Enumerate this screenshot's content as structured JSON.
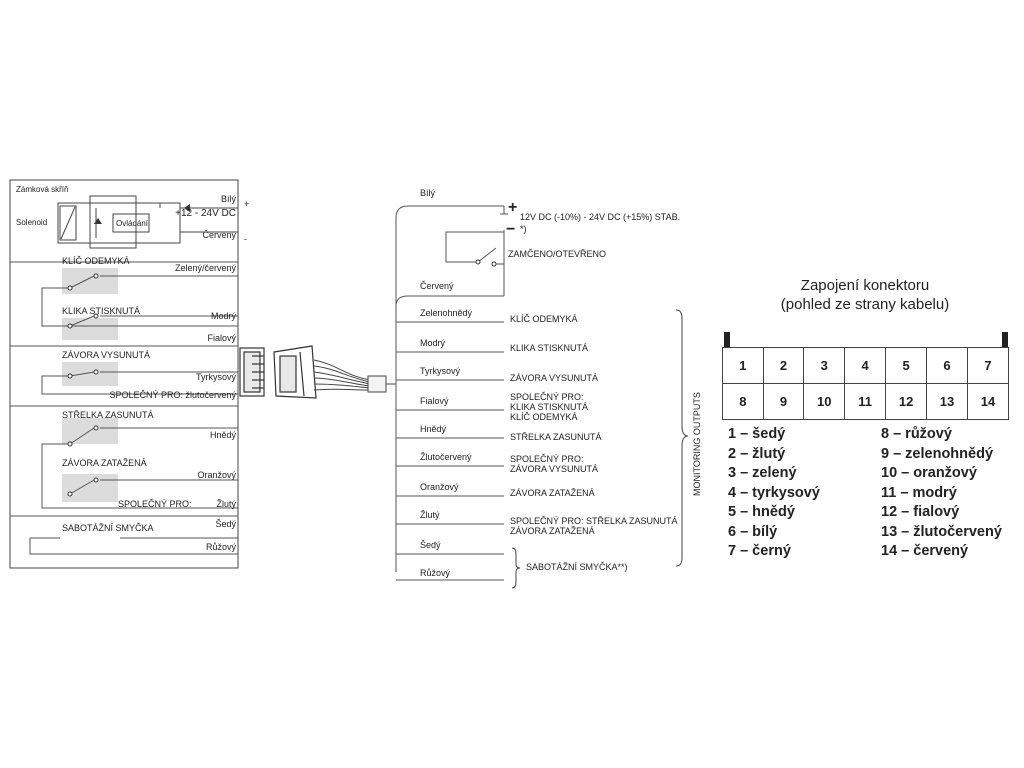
{
  "left_panel": {
    "title": "Zámková skříň",
    "solenoid": "Solenoid",
    "ovladani": "Ovládání",
    "plus": "+",
    "minus": "-",
    "wires": {
      "bily": "Bílý",
      "voltage": "+12 - 24V DC",
      "cerveny": "Červený",
      "zelena_cervena": "Zelený/červený",
      "modry": "Modrý",
      "fialovy": "Fialový",
      "tyrkysovy": "Tyrkysový",
      "spolecny_zlutocerveny": "SPOLEČNÝ PRO: žlutočervený",
      "hnedy": "Hnědý",
      "oranzovy": "Oranžový",
      "spolecny_pro": "SPOLEČNÝ PRO:",
      "zluty": "Žlutý",
      "sedy": "Šedý",
      "ruzovy": "Růžový"
    },
    "sections": {
      "klic": "KLÍČ ODEMYKÁ",
      "klika": "KLIKA STISKNUTÁ",
      "zavora_vys": "ZÁVORA VYSUNUTÁ",
      "strelka": "STŘELKA ZASUNUTÁ",
      "zavora_zat": "ZÁVORA ZATAŽENÁ",
      "sabotazni": "SABOTÁŽNÍ SMYČKA"
    }
  },
  "right_panel": {
    "bily": "Bílý",
    "plus": "+",
    "minus": "−",
    "supply": "12V DC (-10%) - 24V DC (+15%) STAB.",
    "supply_note": "*)",
    "zamceno": "ZAMČENO/OTEVŘENO",
    "cerveny": "Červený",
    "monitoring": "MONITORING OUTPUTS",
    "sabotazni": "SABOTÁŽNÍ SMYČKA**)",
    "wires": [
      {
        "color": "Zelenohnědý",
        "desc": [
          "KLÍČ ODEMYKÁ"
        ]
      },
      {
        "color": "Modrý",
        "desc": [
          "KLIKA STISKNUTÁ"
        ]
      },
      {
        "color": "Tyrkysový",
        "desc": [
          "ZÁVORA VYSUNUTÁ"
        ]
      },
      {
        "color": "Fialový",
        "desc": [
          "SPOLEČNÝ PRO:",
          "KLIKA STISKNUTÁ",
          "KLÍČ ODEMYKÁ"
        ]
      },
      {
        "color": "Hnědý",
        "desc": [
          "STŘELKA ZASUNUTÁ"
        ]
      },
      {
        "color": "Žlutočervený",
        "desc": [
          "SPOLEČNÝ PRO:",
          "ZÁVORA VYSUNUTÁ"
        ]
      },
      {
        "color": "Oranžový",
        "desc": [
          "ZÁVORA ZATAŽENÁ"
        ]
      },
      {
        "color": "Žlutý",
        "desc": [
          "SPOLEČNÝ PRO: STŘELKA ZASUNUTÁ",
          "ZÁVORA ZATAŽENÁ"
        ]
      },
      {
        "color": "Šedý",
        "desc": []
      },
      {
        "color": "Růžový",
        "desc": []
      }
    ]
  },
  "connector": {
    "title_line1": "Zapojení konektoru",
    "title_line2": "(pohled ze strany kabelu)",
    "row1": [
      "1",
      "2",
      "3",
      "4",
      "5",
      "6",
      "7"
    ],
    "row2": [
      "8",
      "9",
      "10",
      "11",
      "12",
      "13",
      "14"
    ],
    "legend_left": [
      "1 – šedý",
      "2 – žlutý",
      "3 – zelený",
      "4 – tyrkysový",
      "5 – hnědý",
      "6 – bílý",
      "7 – černý"
    ],
    "legend_right": [
      "8 – růžový",
      "9 – zelenohnědý",
      "10 – oranžový",
      "11 – modrý",
      "12 – fialový",
      "13 – žlutočervený",
      "14 – červený"
    ]
  }
}
